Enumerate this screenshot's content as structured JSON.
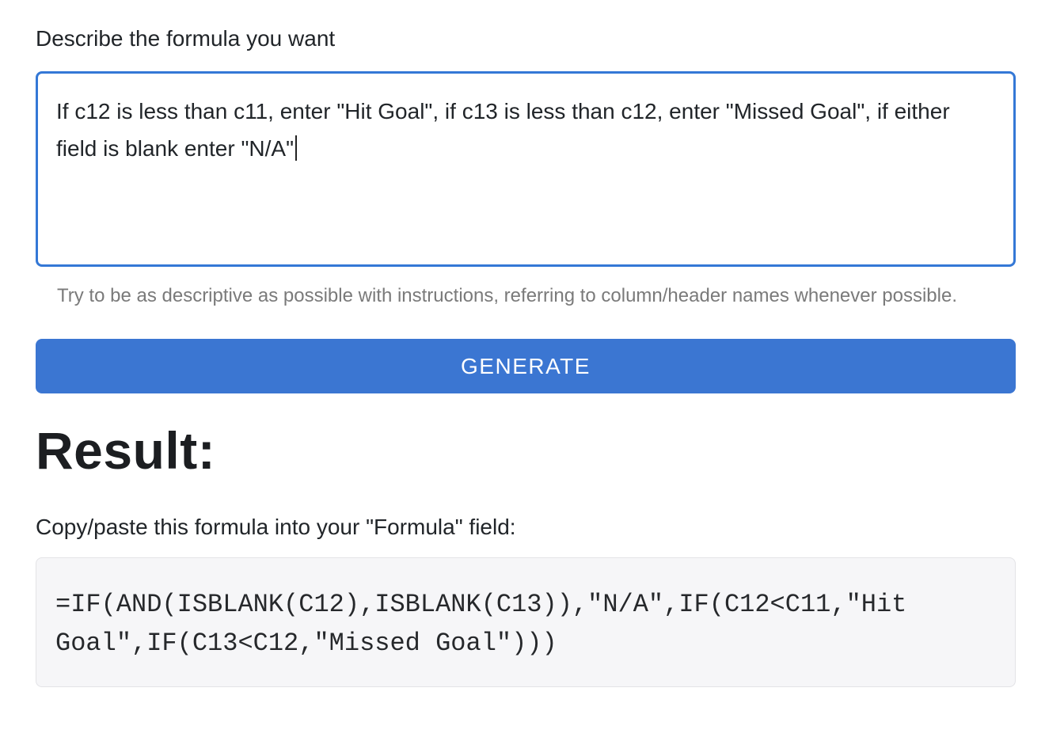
{
  "form": {
    "label": "Describe the formula you want",
    "description_value": "If c12 is less than c11, enter \"Hit Goal\", if c13 is less than c12, enter \"Missed Goal\", if either field is blank enter \"N/A\"",
    "helper_text": "Try to be as descriptive as possible with instructions, referring to column/header names whenever possible.",
    "generate_label": "GENERATE"
  },
  "result": {
    "heading": "Result:",
    "instruction": "Copy/paste this formula into your \"Formula\" field:",
    "formula": "=IF(AND(ISBLANK(C12),ISBLANK(C13)),\"N/A\",IF(C12<C11,\"Hit Goal\",IF(C13<C12,\"Missed Goal\")))"
  },
  "colors": {
    "accent_blue": "#3b76d2",
    "textarea_focus_border": "#3478d6",
    "helper_gray": "#7a7a7a",
    "code_background": "#f6f6f8"
  }
}
